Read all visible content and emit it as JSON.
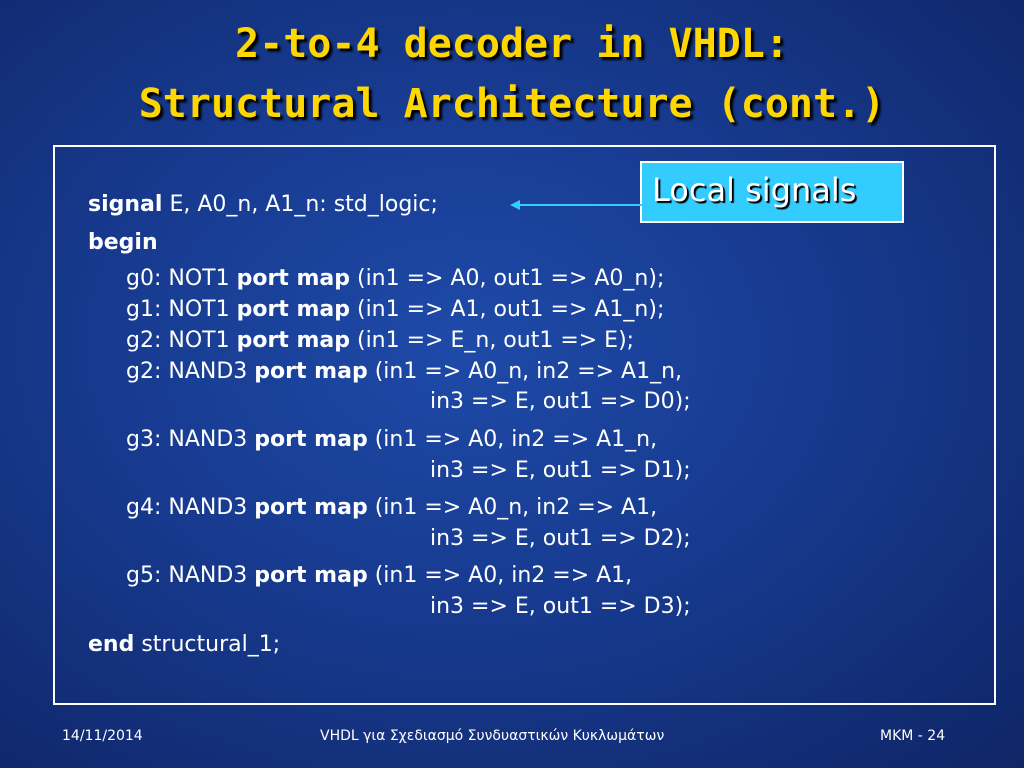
{
  "slide": {
    "title_line1": "2-to-4 decoder in VHDL:",
    "title_line2": "Structural Architecture (cont.)",
    "callout": "Local signals",
    "accent_color": "#ffd700",
    "callout_color": "#33ccff",
    "background_color": "#173a8f"
  },
  "code": {
    "signal_kw": "signal",
    "signal_rest": "E, A0_n, A1_n: std_logic;",
    "begin_kw": "begin",
    "end_kw": "end",
    "end_rest": "structural_1;",
    "port_map": "port map",
    "g0_pre": "g0: NOT1",
    "g0_post": "(in1 => A0, out1 => A0_n);",
    "g1_pre": "g1: NOT1",
    "g1_post": "(in1 => A1, out1 => A1_n);",
    "g2a_pre": "g2: NOT1",
    "g2a_post": "(in1 => E_n, out1 => E);",
    "g2b_pre": "g2: NAND3",
    "g2b_post": "(in1 => A0_n, in2 => A1_n,",
    "g2b_cont": "in3 => E, out1 => D0);",
    "g3_pre": "g3: NAND3",
    "g3_post": "(in1 => A0, in2 => A1_n,",
    "g3_cont": "in3 => E, out1 => D1);",
    "g4_pre": "g4: NAND3",
    "g4_post": "(in1 => A0_n, in2 => A1,",
    "g4_cont": "in3 => E, out1 => D2);",
    "g5_pre": "g5: NAND3",
    "g5_post": "(in1 => A0, in2 => A1,",
    "g5_cont": "in3 => E, out1 => D3);"
  },
  "footer": {
    "date": "14/11/2014",
    "course": "VHDL για Σχεδιασμό Συνδυαστικών Κυκλωμάτων",
    "page": "MKM - 24"
  }
}
